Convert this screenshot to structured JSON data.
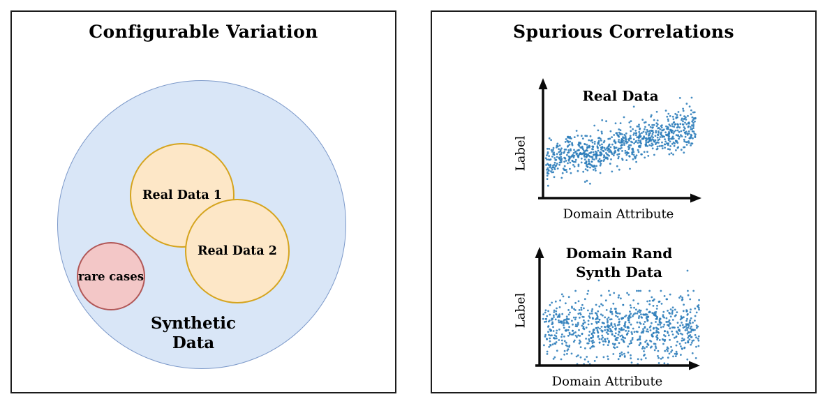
{
  "figure": {
    "left_panel": {
      "title": "Configurable Variation",
      "venn": {
        "synthetic_circle": {
          "label_line1": "Synthetic",
          "label_line2": "Data",
          "fill": "#d9e6f7",
          "border": "#7b98c9"
        },
        "real_data_1_circle": {
          "label": "Real Data 1",
          "fill": "#fde7c7",
          "border": "#d5a41e"
        },
        "real_data_2_circle": {
          "label": "Real Data 2",
          "fill": "#fde7c7",
          "border": "#d5a41e"
        },
        "rare_cases_circle": {
          "label": "rare cases",
          "fill": "#f3c7c7",
          "border": "#b15757"
        }
      }
    },
    "right_panel": {
      "title": "Spurious Correlations",
      "plot_top": {
        "title": "Real Data",
        "xlabel": "Domain Attribute",
        "ylabel": "Label"
      },
      "plot_bottom": {
        "title_line1": "Domain Rand",
        "title_line2": "Synth Data",
        "xlabel": "Domain Attribute",
        "ylabel": "Label"
      }
    }
  },
  "chart_data": [
    {
      "type": "scatter",
      "title": "Real Data",
      "xlabel": "Domain Attribute",
      "ylabel": "Label",
      "axes": "black arrow axes, no ticks, no gridlines, no tick labels",
      "trend": "positive linear correlation with moderate gaussian noise",
      "n_points": 850,
      "seed": 42,
      "point_color": "#2b7cba"
    },
    {
      "type": "scatter",
      "title": "Domain Rand Synth Data",
      "xlabel": "Domain Attribute",
      "ylabel": "Label",
      "axes": "black arrow axes, no ticks, no gridlines, no tick labels",
      "trend": "no correlation, flat horizontal noise band",
      "n_points": 820,
      "seed": 1337,
      "point_color": "#2b7cba"
    }
  ]
}
